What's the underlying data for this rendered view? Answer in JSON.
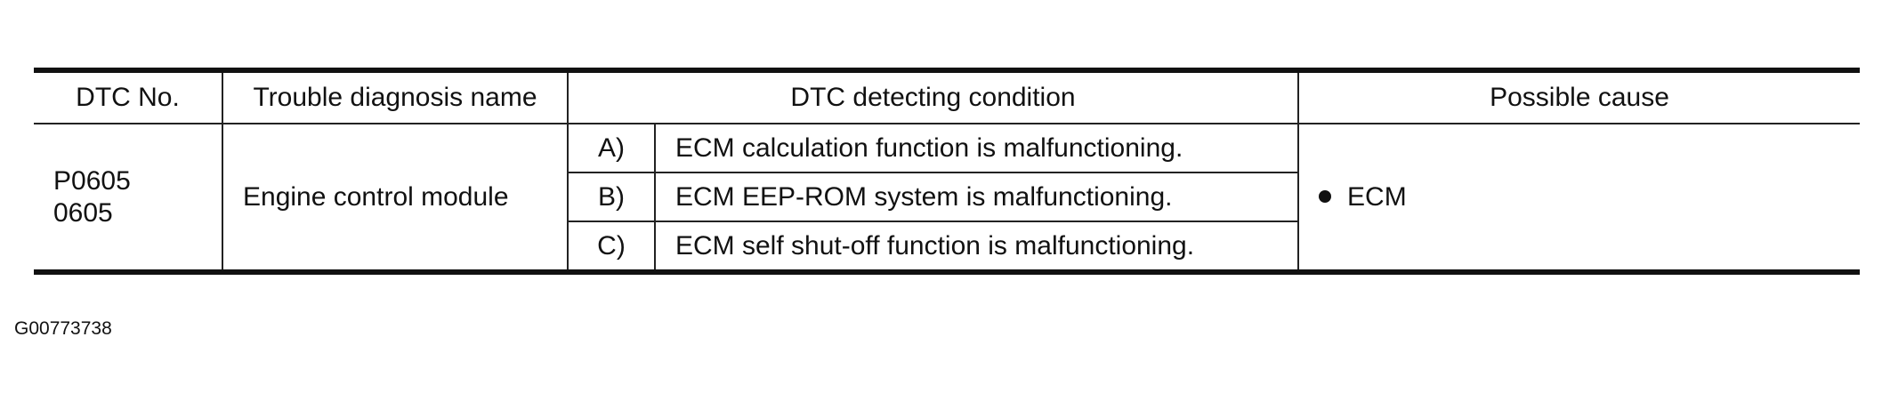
{
  "table": {
    "headers": {
      "dtc_no": "DTC No.",
      "trouble_name": "Trouble diagnosis name",
      "detecting_condition": "DTC detecting condition",
      "possible_cause": "Possible cause"
    },
    "row": {
      "dtc_code_1": "P0605",
      "dtc_code_2": "0605",
      "trouble_name": "Engine control module",
      "conditions": [
        {
          "label": "A)",
          "text": "ECM calculation function is malfunctioning."
        },
        {
          "label": "B)",
          "text": "ECM EEP-ROM system is malfunctioning."
        },
        {
          "label": "C)",
          "text": "ECM self shut-off function is malfunctioning."
        }
      ],
      "possible_cause": "ECM"
    }
  },
  "footer": {
    "figure_id": "G00773738"
  }
}
